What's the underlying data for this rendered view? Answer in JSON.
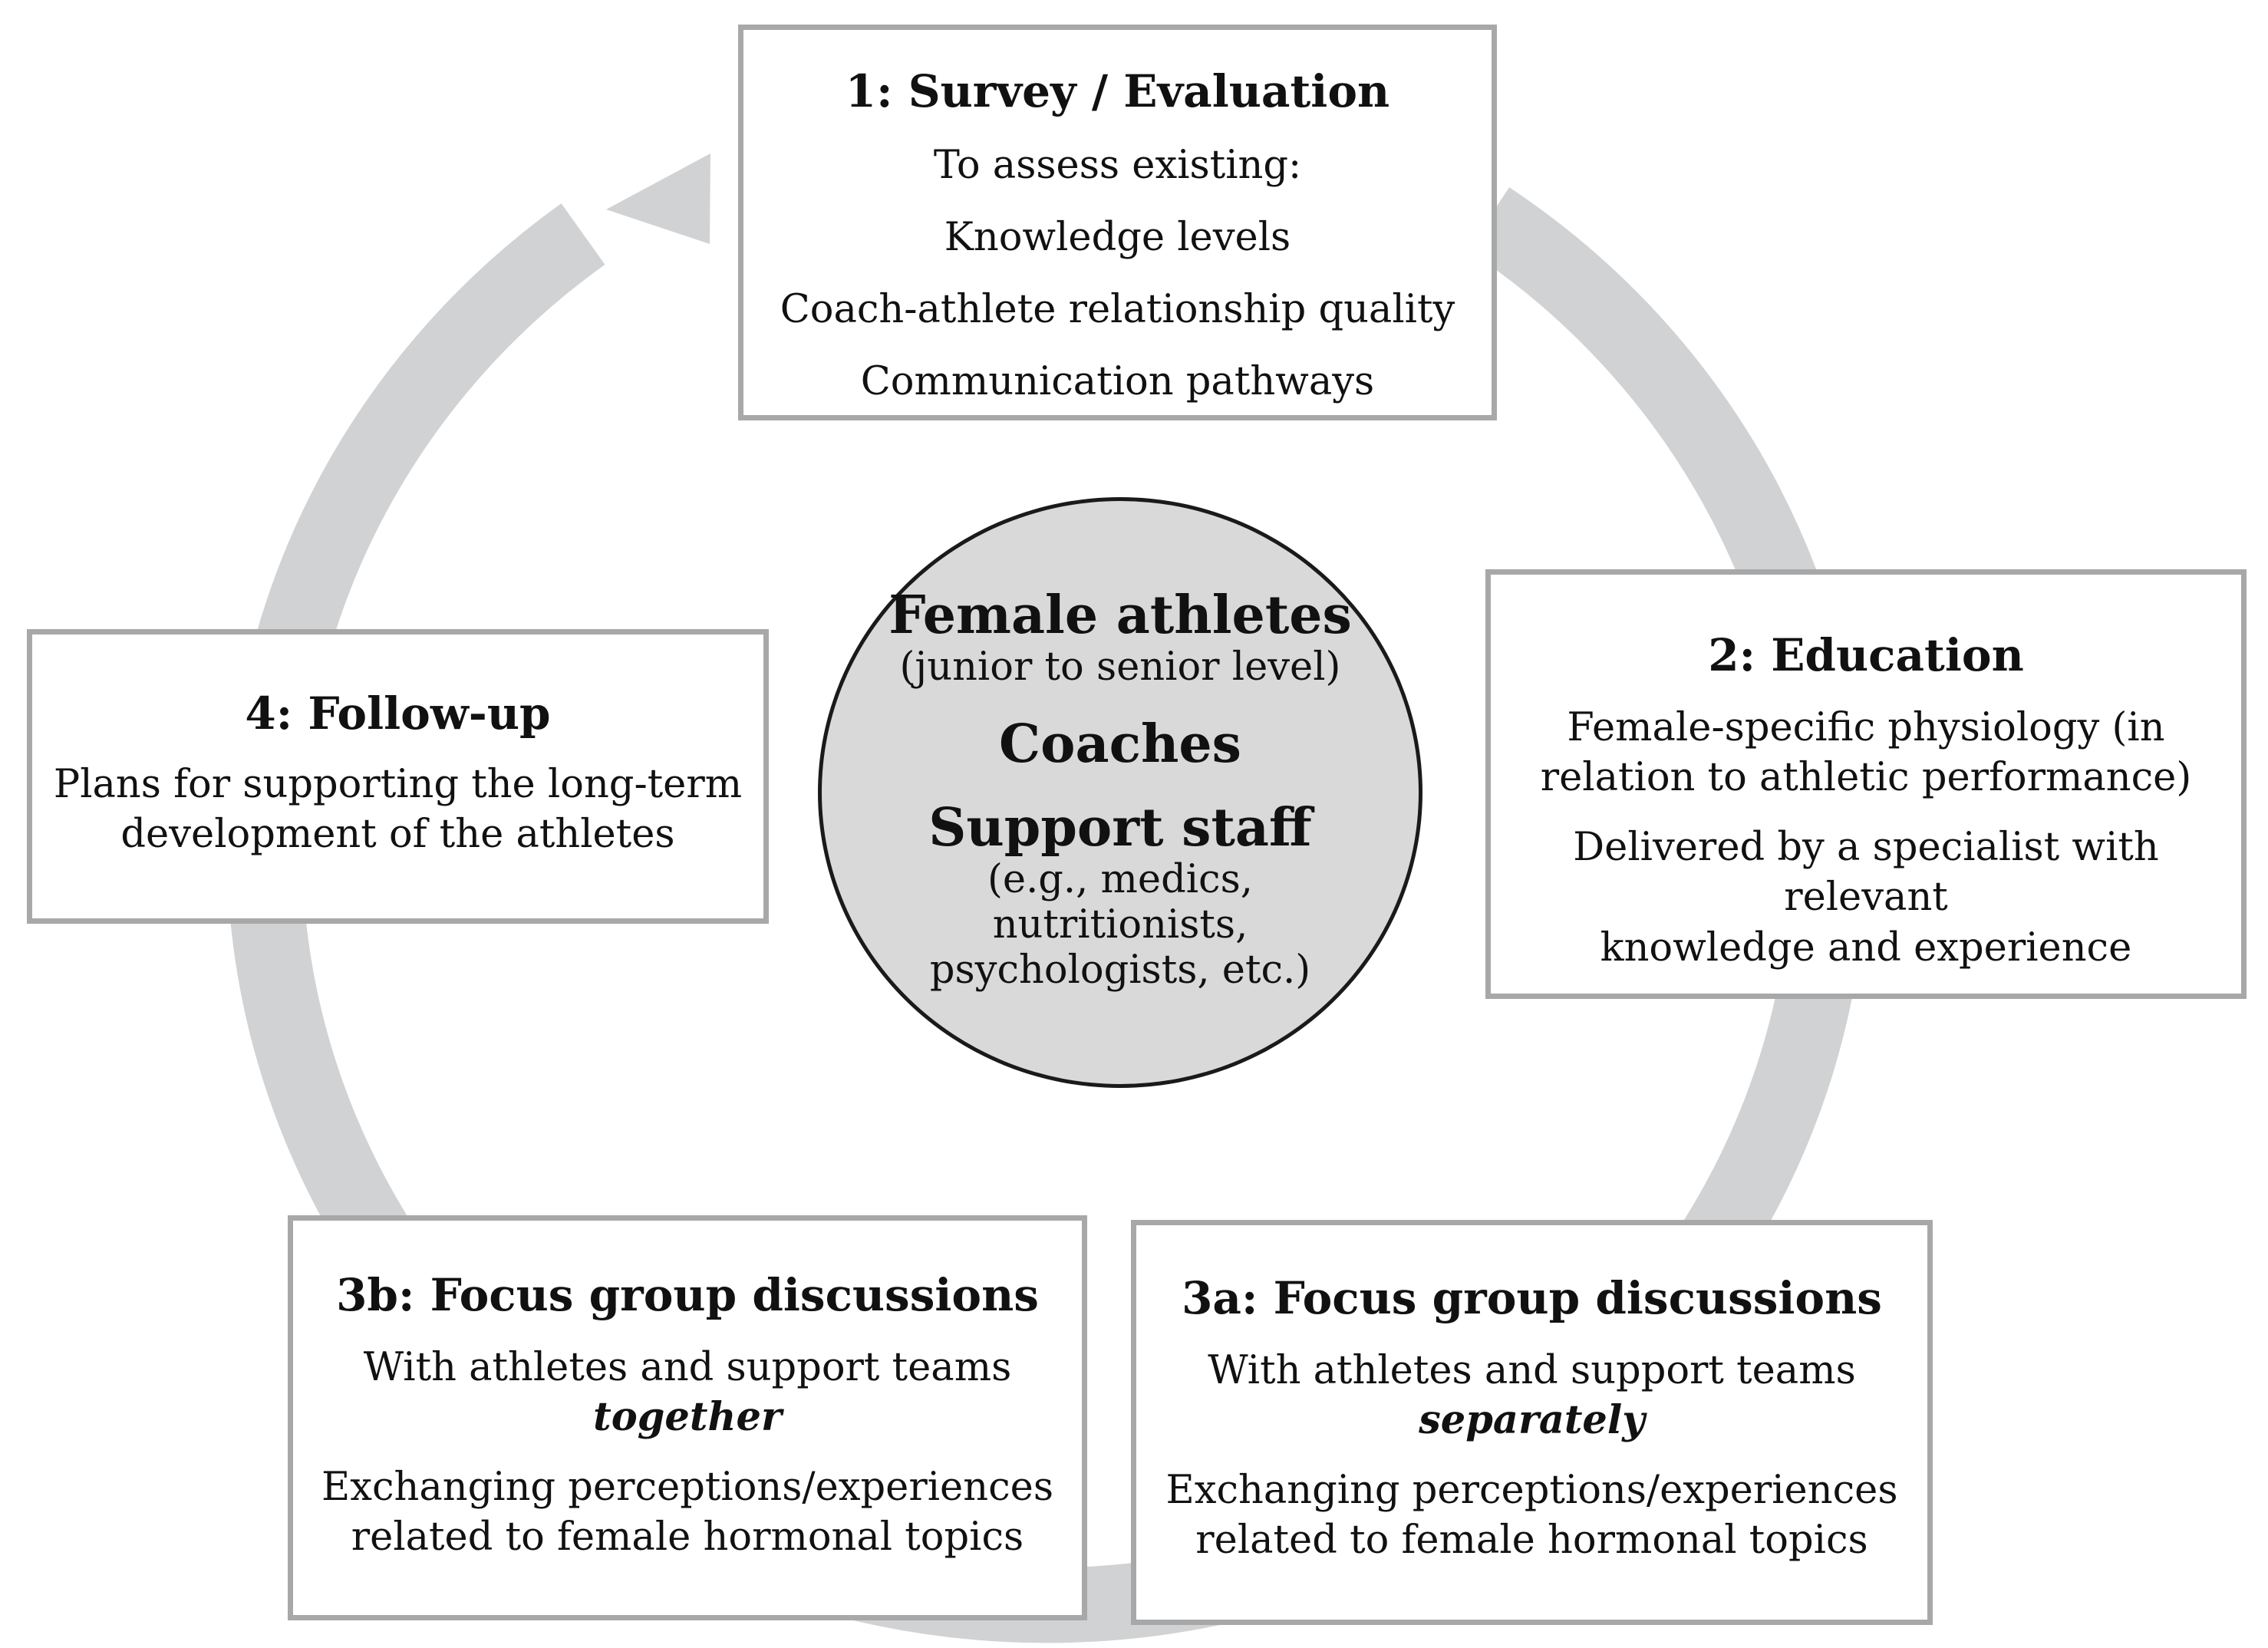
{
  "diagram": {
    "colors": {
      "ring": "#d1d2d4",
      "box_border": "#a8a8a8",
      "circle_fill": "#d9d9d9",
      "circle_border": "#1a1a1a",
      "text": "#111111"
    },
    "step_1": {
      "title": "1: Survey / Evaluation",
      "lines": [
        "To assess existing:",
        "Knowledge levels",
        "Coach-athlete relationship quality",
        "Communication pathways"
      ]
    },
    "step_2": {
      "title": "2: Education",
      "lines": [
        "Female-specific physiology (in",
        "relation to athletic performance)",
        "Delivered by a specialist with relevant",
        "knowledge and experience"
      ]
    },
    "step_3a": {
      "title": "3a: Focus group discussions",
      "lines": [
        "With athletes and support teams",
        "separately",
        "Exchanging perceptions/experiences",
        "related to female hormonal topics"
      ]
    },
    "step_3b": {
      "title": "3b: Focus group discussions",
      "lines": [
        "With athletes and support teams",
        "together",
        "Exchanging perceptions/experiences",
        "related to female hormonal topics"
      ]
    },
    "step_4": {
      "title": "4: Follow-up",
      "lines": [
        "Plans for supporting the long-term",
        "development of the athletes"
      ]
    },
    "center": {
      "group_1": "Female athletes",
      "group_1_note": "(junior to senior level)",
      "group_2": "Coaches",
      "group_3": "Support staff",
      "group_3_note": [
        "(e.g., medics,",
        "nutritionists,",
        "psychologists, etc.)"
      ]
    }
  }
}
